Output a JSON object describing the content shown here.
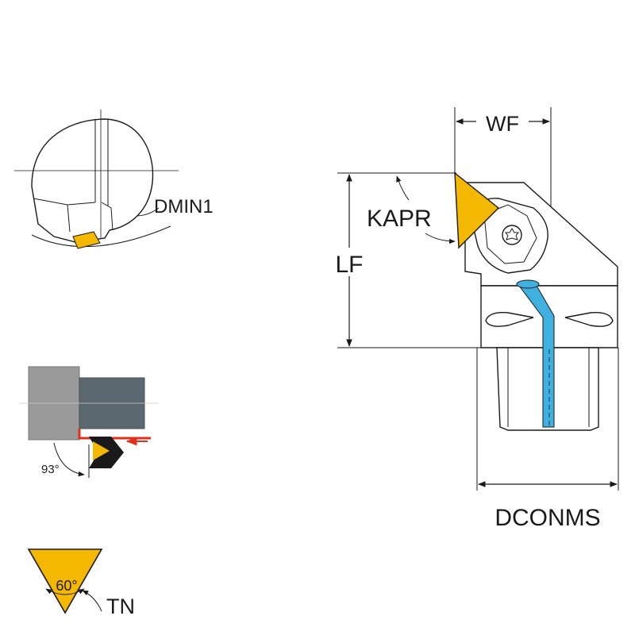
{
  "labels": {
    "wf": "WF",
    "kapr": "KAPR",
    "lf": "LF",
    "dconms": "DCONMS",
    "dmin1": "DMIN1",
    "angle_93": "93°",
    "angle_60": "60°",
    "tn": "TN"
  },
  "icons": {
    "arrow": "arrow-icon",
    "insert": "triangular-insert-icon",
    "screw": "torx-screw-icon"
  },
  "colors": {
    "insert_yellow": "#F5B800",
    "coolant_blue": "#3FB0E0",
    "feed_red": "#E0301E",
    "holder_gray": "#5C6870",
    "shank_gray": "#9A9A9A",
    "line": "#1A1A1A"
  }
}
